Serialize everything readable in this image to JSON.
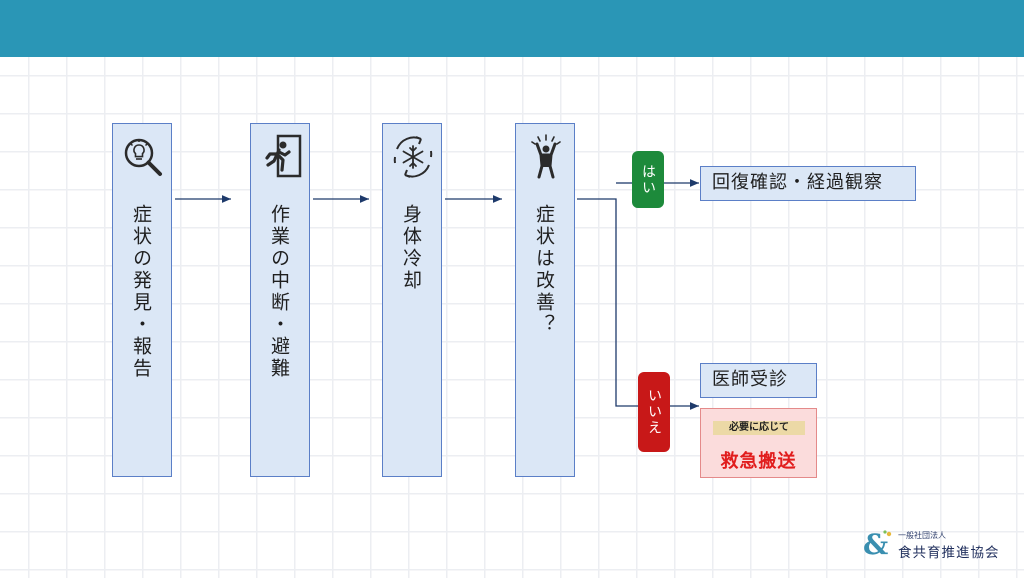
{
  "steps": [
    {
      "label": "症状の発見・報告",
      "icon": "magnifier-lightbulb-icon"
    },
    {
      "label": "作業の中断・避難",
      "icon": "emergency-exit-icon"
    },
    {
      "label": "身体冷却",
      "icon": "cooling-snowflake-icon"
    },
    {
      "label": "症状は改善？",
      "icon": "person-arms-raised-icon"
    }
  ],
  "branches": {
    "yes": {
      "label": "はい",
      "result": "回復確認・経過観察",
      "color": "#1d8a3b"
    },
    "no": {
      "label": "いいえ",
      "result": "医師受診",
      "note": "必要に応じて",
      "emergency": "救急搬送",
      "color": "#c81818"
    }
  },
  "logo": {
    "sub": "一般社団法人",
    "name": "食共育推進協会",
    "icon": "ampersand-logo-icon"
  },
  "colors": {
    "header": "#2a96b6",
    "box_fill": "#dbe7f6",
    "box_border": "#5b7fc7",
    "emergency_text": "#e11d1d"
  }
}
